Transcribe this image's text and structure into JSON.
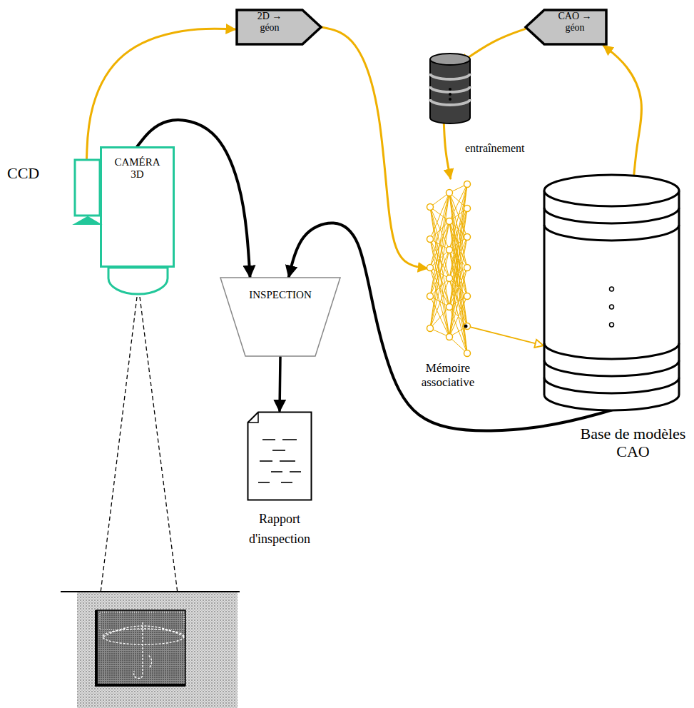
{
  "diagram": {
    "nodes": [
      {
        "text": [
          "CCD"
        ]
      },
      {
        "text": [
          "CAMÉRA 3D"
        ]
      },
      {
        "text": [
          "2D → géon"
        ]
      },
      {
        "text": [
          "CAO → géon"
        ]
      },
      {
        "text": [
          "entraînement"
        ]
      },
      {
        "text": [
          "INSPECTION"
        ]
      },
      {
        "text": [
          "Mémoire associative"
        ]
      },
      {
        "text": [
          "Base de modèles CAO"
        ]
      },
      {
        "text": [
          "Rapport d'inspection"
        ]
      }
    ],
    "edges": [
      {
        "from": 0,
        "to": 2,
        "arrow": "to"
      },
      {
        "from": 2,
        "to": 6,
        "arrow": "to"
      },
      {
        "from": 7,
        "to": 3,
        "arrow": "to"
      },
      {
        "from": 3,
        "to": 4,
        "arrow": "to"
      },
      {
        "from": 4,
        "to": 6,
        "arrow": "to"
      },
      {
        "from": 6,
        "to": 7,
        "arrow": "to"
      },
      {
        "from": 1,
        "to": 5,
        "arrow": "to"
      },
      {
        "from": 7,
        "to": 5,
        "arrow": "to"
      },
      {
        "from": 5,
        "to": 8,
        "arrow": "to"
      }
    ]
  }
}
